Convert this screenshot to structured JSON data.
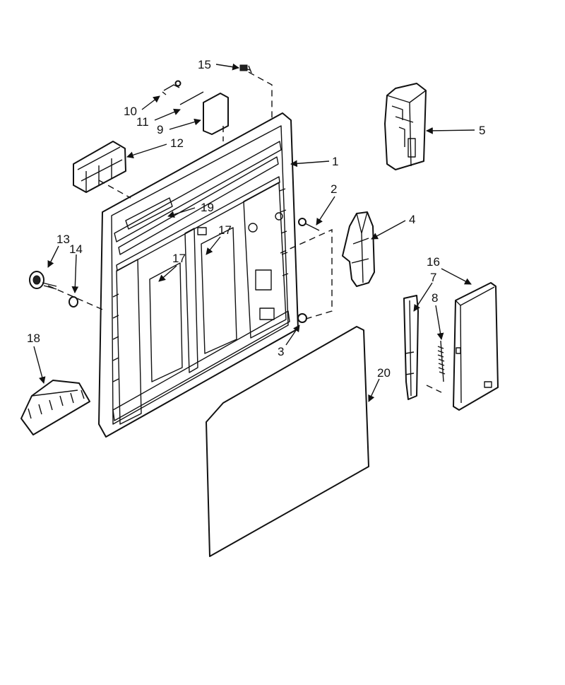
{
  "callouts": [
    {
      "id": "c1",
      "text": "1"
    },
    {
      "id": "c2",
      "text": "2"
    },
    {
      "id": "c3",
      "text": "3"
    },
    {
      "id": "c4",
      "text": "4"
    },
    {
      "id": "c5",
      "text": "5"
    },
    {
      "id": "c7",
      "text": "7"
    },
    {
      "id": "c8",
      "text": "8"
    },
    {
      "id": "c9",
      "text": "9"
    },
    {
      "id": "c10",
      "text": "10"
    },
    {
      "id": "c11",
      "text": "11"
    },
    {
      "id": "c12",
      "text": "12"
    },
    {
      "id": "c13",
      "text": "13"
    },
    {
      "id": "c14",
      "text": "14"
    },
    {
      "id": "c15",
      "text": "15"
    },
    {
      "id": "c16",
      "text": "16"
    },
    {
      "id": "c17a",
      "text": "17"
    },
    {
      "id": "c17b",
      "text": "17"
    },
    {
      "id": "c18",
      "text": "18"
    },
    {
      "id": "c19",
      "text": "19"
    },
    {
      "id": "c20",
      "text": "20"
    }
  ]
}
